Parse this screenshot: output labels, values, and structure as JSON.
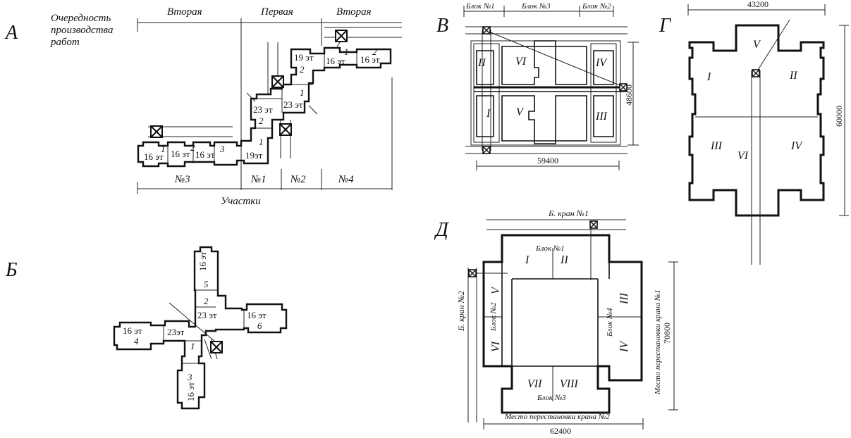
{
  "panels": {
    "A": {
      "letter": "А",
      "queue_caption": "Очередность производства работ",
      "queue_labels": [
        "Вторая",
        "Первая",
        "Вторая"
      ],
      "sites_caption": "Участки",
      "site_labels": [
        "№3",
        "№1",
        "№2",
        "№4"
      ],
      "sections": [
        {
          "floors": "16 эт",
          "num": "1"
        },
        {
          "floors": "16 эт",
          "num": "2"
        },
        {
          "floors": "16 эт",
          "num": "3"
        },
        {
          "floors": "19эт",
          "num": "1"
        },
        {
          "floors": "23 эт",
          "num": "2"
        },
        {
          "floors": "23 эт",
          "num": "1"
        },
        {
          "floors": "19 эт",
          "num": "2"
        },
        {
          "floors": "16 эт",
          "num": "1"
        },
        {
          "floors": "16 эт",
          "num": "2"
        }
      ]
    },
    "B": {
      "letter": "Б",
      "wings": [
        {
          "floors": "16 эт",
          "num": "5"
        },
        {
          "floors": "23 эт",
          "num": "2"
        },
        {
          "floors": "16 эт",
          "num": "6"
        },
        {
          "floors": "16 эт",
          "num": "4"
        },
        {
          "floors": "23эт",
          "num": "1"
        },
        {
          "floors": "16 эт",
          "num": "3"
        }
      ]
    },
    "V": {
      "letter": "В",
      "block_labels": [
        "Блок №1",
        "Блок №3",
        "Блок №2"
      ],
      "zones": [
        "II",
        "VI",
        "IV",
        "I",
        "V",
        "III"
      ],
      "dim_width": "59400",
      "dim_height": "48600"
    },
    "G": {
      "letter": "Г",
      "zones": [
        "V",
        "I",
        "II",
        "III",
        "VI",
        "IV"
      ],
      "dim_width": "43200",
      "dim_height": "60000"
    },
    "D": {
      "letter": "Д",
      "crane1": "Б. кран №1",
      "crane2": "Б. кран №2",
      "blocks": [
        "Блок №1",
        "Блок №2",
        "Блок №3",
        "Блок №4"
      ],
      "zones": [
        "I",
        "II",
        "III",
        "IV",
        "V",
        "VI",
        "VII",
        "VIII"
      ],
      "crane2_place": "Место перестановки крана №2",
      "crane1_place": "Место перестановки крана №1",
      "dim_width": "62400",
      "dim_height": "70800"
    }
  }
}
